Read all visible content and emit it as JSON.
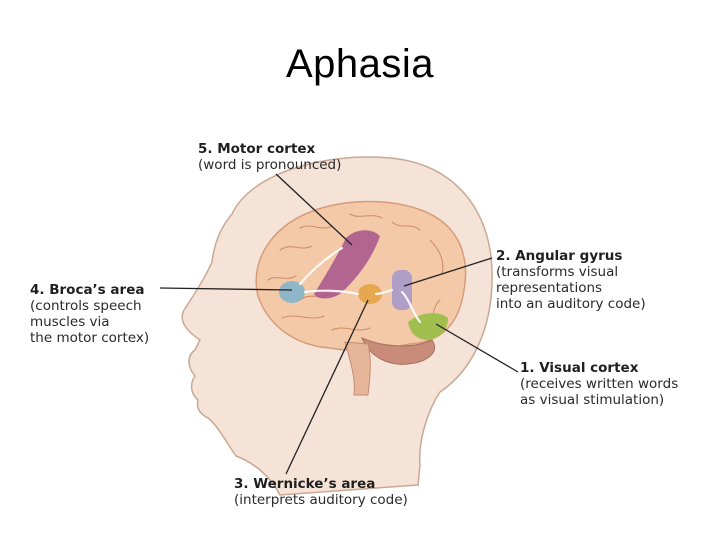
{
  "title": "Aphasia",
  "labels": {
    "motor": {
      "heading": "5. Motor cortex",
      "desc": "(word is pronounced)"
    },
    "angular": {
      "heading": "2. Angular gyrus",
      "desc": "(transforms visual\nrepresentations\ninto an auditory code)"
    },
    "broca": {
      "heading": "4. Broca’s area",
      "desc": "(controls speech\nmuscles via\nthe motor cortex)"
    },
    "visual": {
      "heading": "1. Visual cortex",
      "desc": "(receives written words\nas visual stimulation)"
    },
    "wernicke": {
      "heading": "3. Wernicke’s area",
      "desc": "(interprets auditory code)"
    }
  },
  "colors": {
    "skin": "#f0dccc",
    "brain": "#f3c9a8",
    "motor": "#a8568a",
    "angular": "#a99ac8",
    "broca": "#89b5c8",
    "visual": "#9cbf4a",
    "wernicke": "#e6a54a"
  }
}
